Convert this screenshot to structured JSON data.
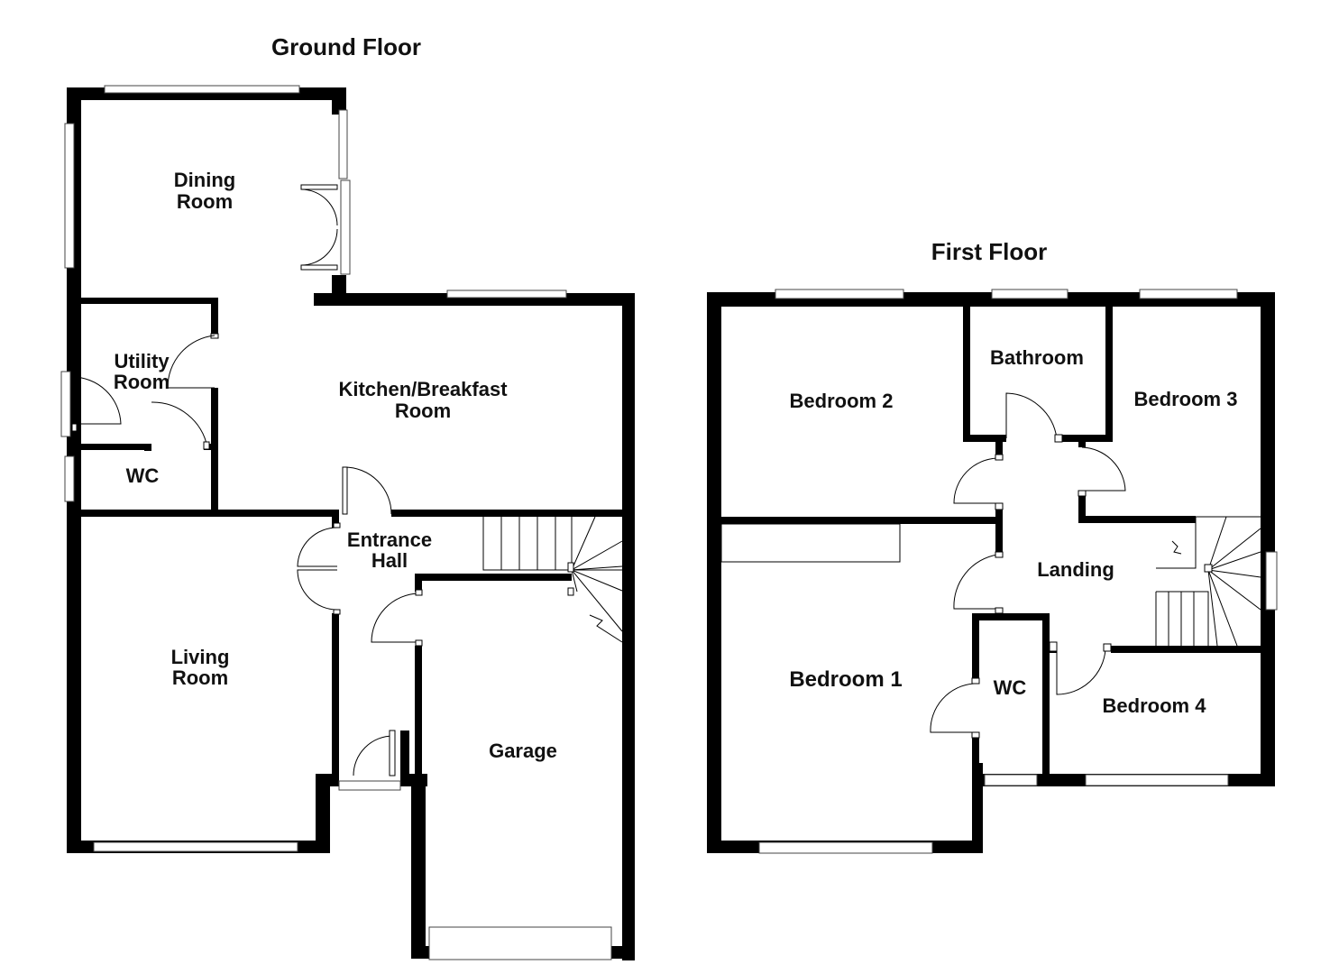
{
  "ground_floor": {
    "title": "Ground Floor",
    "rooms": {
      "dining_room": [
        "Dining",
        "Room"
      ],
      "utility_room": [
        "Utility",
        "Room"
      ],
      "kitchen": [
        "Kitchen/Breakfast",
        "Room"
      ],
      "wc": "WC",
      "entrance_hall": [
        "Entrance",
        "Hall"
      ],
      "living_room": [
        "Living",
        "Room"
      ],
      "garage": "Garage"
    }
  },
  "first_floor": {
    "title": "First Floor",
    "rooms": {
      "bedroom_2": "Bedroom 2",
      "bathroom": "Bathroom",
      "bedroom_3": "Bedroom 3",
      "landing": "Landing",
      "bedroom_1": "Bedroom 1",
      "wc": "WC",
      "bedroom_4": "Bedroom 4"
    }
  }
}
